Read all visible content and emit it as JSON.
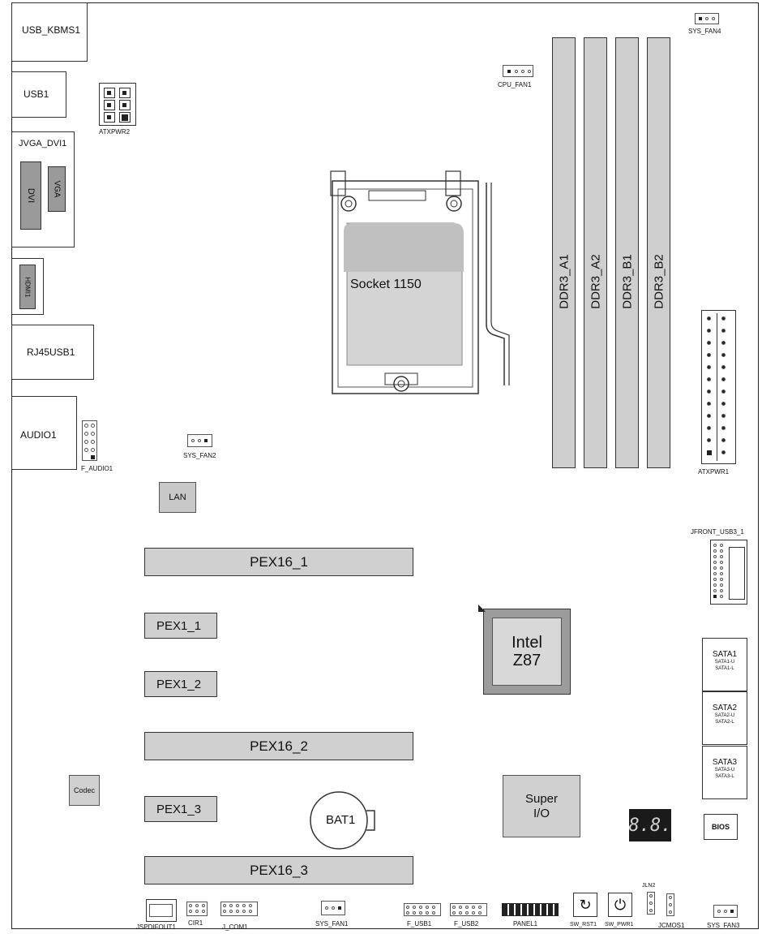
{
  "labels": {
    "usb_kbms": "USB_KBMS1",
    "usb1": "USB1",
    "jvga_dvi": "JVGA_DVI1",
    "dvi": "DVI",
    "vga": "VGA",
    "hdmi": "HDMI1",
    "rj45": "RJ45USB1",
    "audio": "AUDIO1",
    "f_audio": "F_AUDIO1",
    "atxpwr2": "ATXPWR2",
    "cpu_fan": "CPU_FAN1",
    "sys_fan4": "SYS_FAN4",
    "sys_fan2": "SYS_FAN2",
    "lan": "LAN",
    "socket": "Socket 1150",
    "dimm_a1": "DDR3_A1",
    "dimm_a2": "DDR3_A2",
    "dimm_b1": "DDR3_B1",
    "dimm_b2": "DDR3_B2",
    "atxpwr1": "ATXPWR1",
    "jfront_usb3": "JFRONT_USB3_1",
    "pex16_1": "PEX16_1",
    "pex1_1": "PEX1_1",
    "pex1_2": "PEX1_2",
    "pex16_2": "PEX16_2",
    "pex1_3": "PEX1_3",
    "pex16_3": "PEX16_3",
    "intel_line1": "Intel",
    "intel_line2": "Z87",
    "sata1": "SATA1",
    "sata1_u": "SATA1-U",
    "sata1_l": "SATA1-L",
    "sata2": "SATA2",
    "sata2_u": "SATA2-U",
    "sata2_l": "SATA2-L",
    "sata3": "SATA3",
    "sata3_u": "SATA3-U",
    "sata3_l": "SATA3-L",
    "codec": "Codec",
    "bat": "BAT1",
    "superio_line1": "Super",
    "superio_line2": "I/O",
    "debug_display": "8.8.",
    "bios": "BIOS",
    "jspdifout": "JSPDIFOUT1",
    "cir": "CIR1",
    "j_com": "J_COM1",
    "sys_fan1": "SYS_FAN1",
    "f_usb1": "F_USB1",
    "f_usb2": "F_USB2",
    "panel": "PANEL1",
    "sw_rst": "SW_RST1",
    "sw_pwr": "SW_PWR1",
    "jln2": "JLN2",
    "jcmos": "JCMOS1",
    "sys_fan3": "SYS_FAN3"
  }
}
